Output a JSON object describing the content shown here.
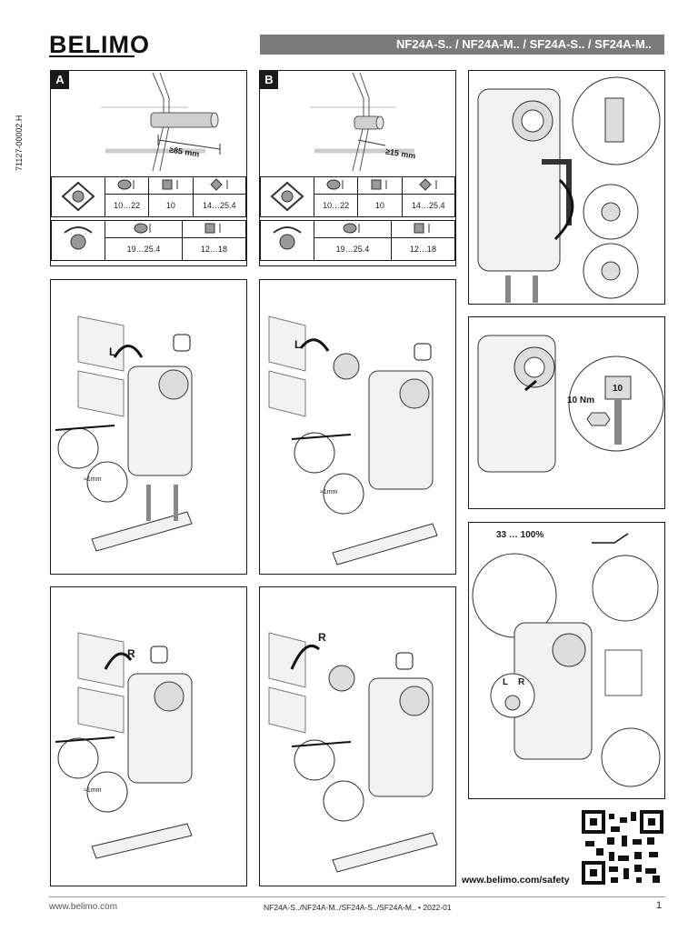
{
  "brand": "BELIMO",
  "header": {
    "title": "NF24A-S.. / NF24A-M.. / SF24A-S.. / SF24A-M.."
  },
  "doc_code": "71127-00002.H",
  "panel_a": {
    "tag": "A",
    "dimension": "≥85 mm",
    "row1": {
      "round": "10…22",
      "square": "10",
      "diamond": "14…25.4"
    },
    "row2": {
      "round": "19…25.4",
      "square": "12…18"
    }
  },
  "panel_b": {
    "tag": "B",
    "dimension": "≥15 mm",
    "row1": {
      "round": "10…22",
      "square": "10",
      "diamond": "14…25.4"
    },
    "row2": {
      "round": "19…25.4",
      "square": "12…18"
    }
  },
  "steps": {
    "left_label": "L",
    "right_label": "R",
    "clearance": "≈1mm"
  },
  "torque": {
    "value": "10 Nm",
    "socket": "10"
  },
  "aux_switch": {
    "range": "33 … 100%"
  },
  "manual_lr": {
    "left": "L",
    "right": "R"
  },
  "safety_url": "www.belimo.com/safety",
  "footer": {
    "website": "www.belimo.com",
    "doc": "NF24A-S../NF24A-M../SF24A-S../SF24A-M.. • 2022-01",
    "page": "1"
  }
}
